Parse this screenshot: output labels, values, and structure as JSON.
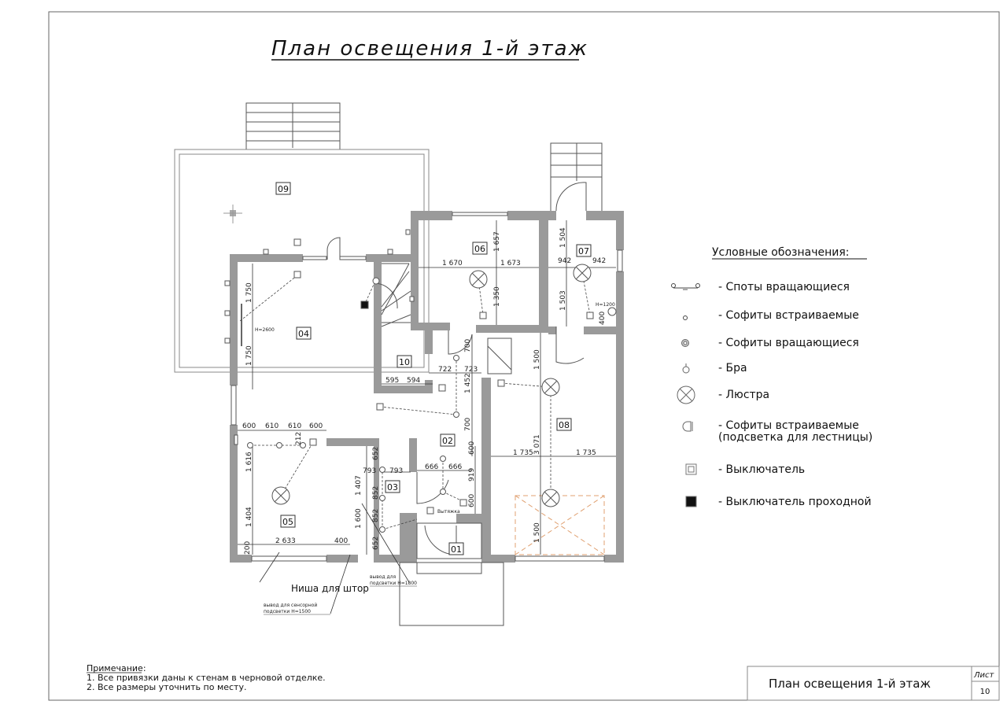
{
  "title": "План освещения 1-й этаж",
  "rooms": [
    "09",
    "04",
    "06",
    "07",
    "10",
    "02",
    "03",
    "05",
    "01",
    "08"
  ],
  "annotations": {
    "h2600": "H=2600",
    "h1200": "H=1200",
    "vytyazhka": "Вытяжка",
    "niche": "Ниша для штор",
    "sensor_note_line1": "вывод для сенсорной",
    "sensor_note_line2": "подсветки H=1500",
    "backlight_note_line1": "вывод для",
    "backlight_note_line2": "подсветки H=1800"
  },
  "dims": [
    "1 750",
    "1 750",
    "1 670",
    "1 673",
    "1 657",
    "1 350",
    "1 504",
    "942",
    "942",
    "1 503",
    "400",
    "722",
    "723",
    "595",
    "594",
    "700",
    "1 452",
    "700",
    "1 500",
    "3 071",
    "1 735",
    "1 735",
    "1 500",
    "600",
    "610",
    "610",
    "600",
    "212",
    "1 616",
    "1 404",
    "2 633",
    "400",
    "200",
    "652",
    "793",
    "793",
    "1 407",
    "852",
    "852",
    "1 600",
    "652",
    "666",
    "666",
    "919",
    "600",
    "600"
  ],
  "legend": {
    "title": "Условные обозначения:",
    "items": [
      {
        "icon": "rotating-spots-icon",
        "label": "- Споты вращающиеся"
      },
      {
        "icon": "recessed-downlight-icon",
        "label": "- Софиты встраиваемые"
      },
      {
        "icon": "rotating-downlight-icon",
        "label": "- Софиты вращающиеся"
      },
      {
        "icon": "wall-sconce-icon",
        "label": "- Бра"
      },
      {
        "icon": "chandelier-icon",
        "label": "- Люстра"
      },
      {
        "icon": "stair-light-icon",
        "label": "- Софиты встраиваемые",
        "label2": "(подсветка для лестницы)"
      },
      {
        "icon": "switch-icon",
        "label": "- Выключатель"
      },
      {
        "icon": "pass-through-switch-icon",
        "label": "- Выключатель проходной"
      }
    ]
  },
  "notes": {
    "heading": "Примечание:",
    "items": [
      "1. Все привязки даны к стенам в черновой отделке.",
      "2. Все размеры уточнить по месту."
    ]
  },
  "title_block": {
    "name": "План освещения 1-й этаж",
    "sheet_label": "Лист",
    "sheet_number": "10"
  }
}
